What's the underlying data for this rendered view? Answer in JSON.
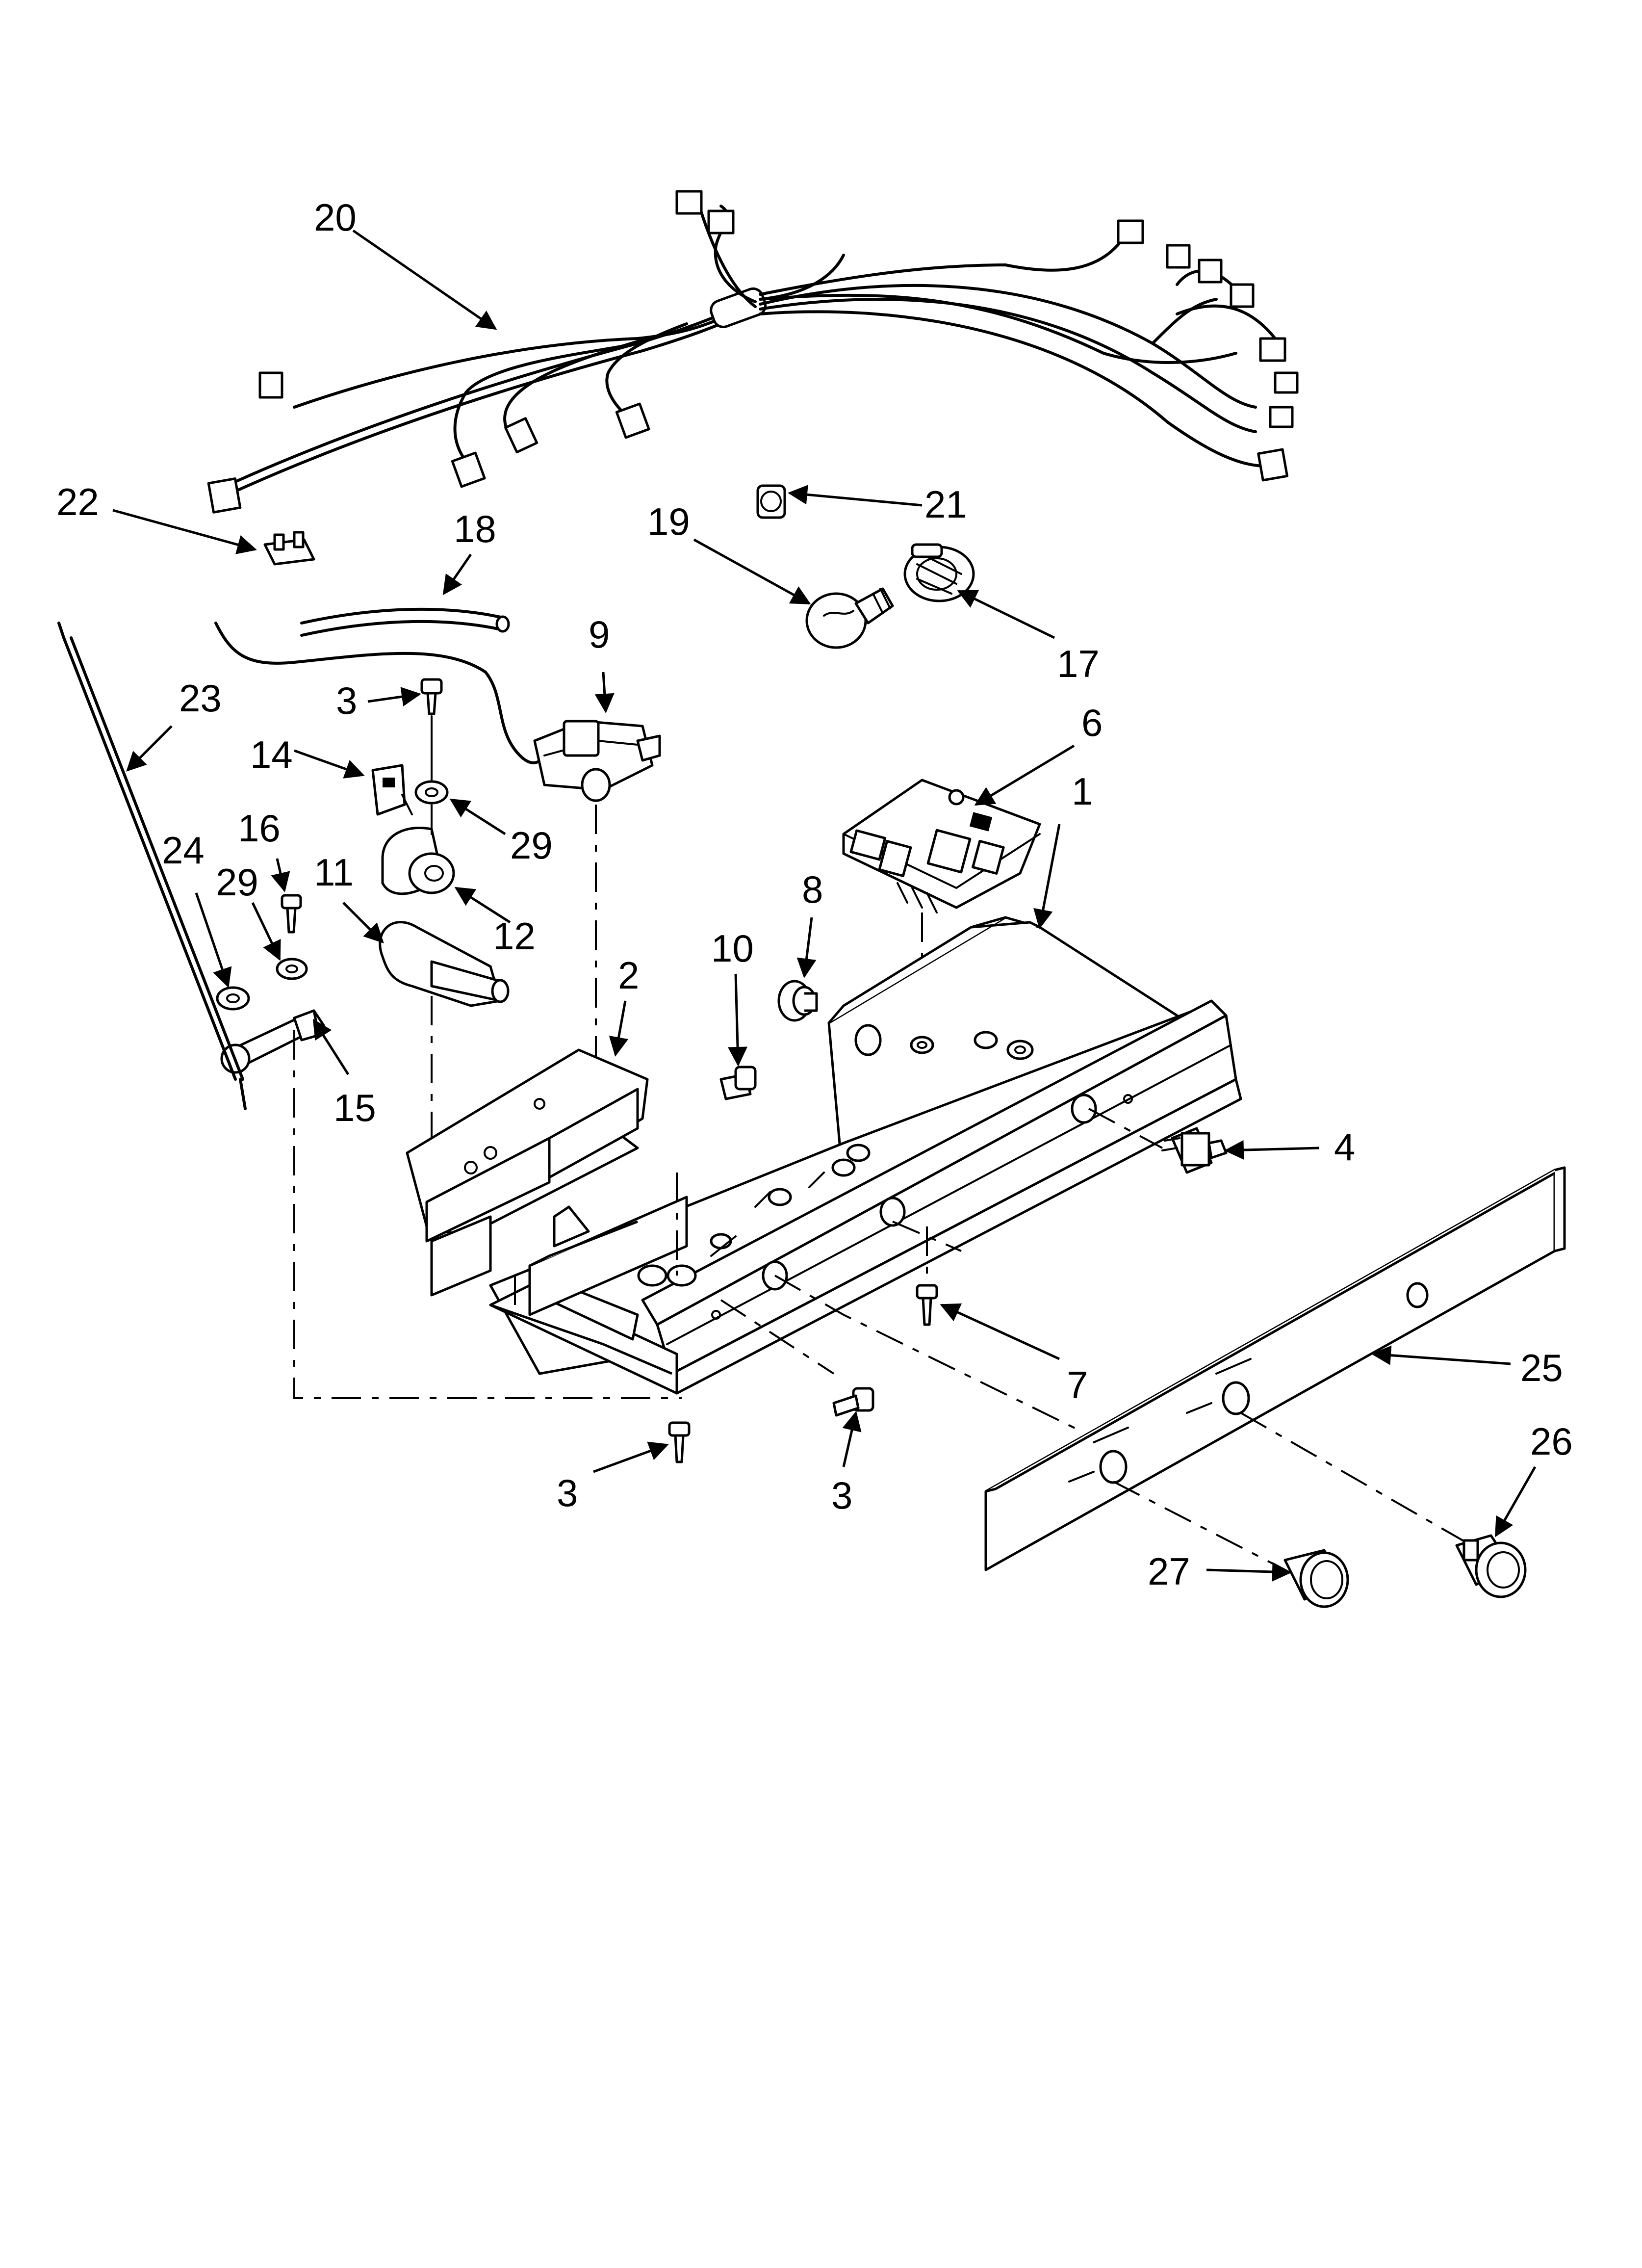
{
  "callouts": {
    "c1": "1",
    "c2": "2",
    "c3a": "3",
    "c3b": "3",
    "c3c": "3",
    "c4": "4",
    "c6": "6",
    "c7": "7",
    "c8": "8",
    "c9": "9",
    "c10": "10",
    "c11": "11",
    "c12": "12",
    "c14": "14",
    "c15": "15",
    "c16": "16",
    "c17": "17",
    "c18": "18",
    "c19": "19",
    "c20": "20",
    "c21": "21",
    "c22": "22",
    "c23": "23",
    "c24": "24",
    "c25": "25",
    "c26": "26",
    "c27": "27",
    "c29a": "29",
    "c29b": "29"
  },
  "icons": {
    "arrowhead": "arrow-head-icon"
  }
}
